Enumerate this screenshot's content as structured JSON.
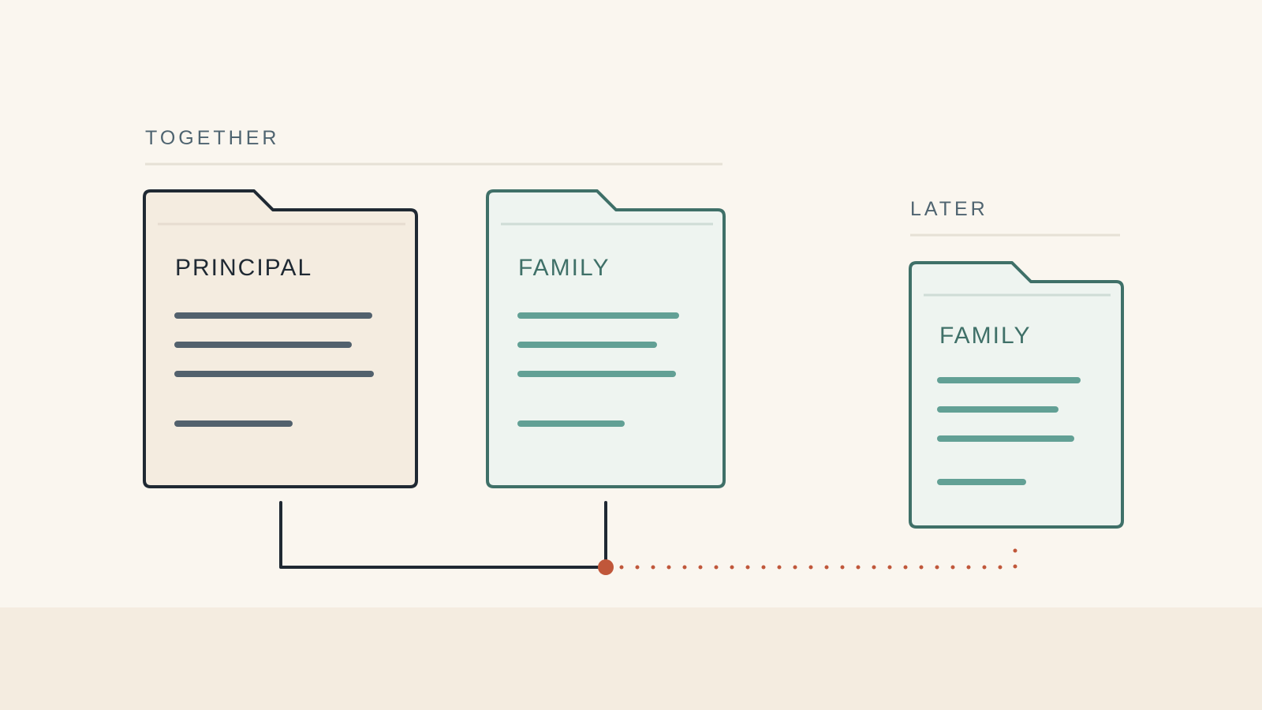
{
  "sections": {
    "together": {
      "label": "TOGETHER"
    },
    "later": {
      "label": "LATER"
    }
  },
  "folders": {
    "principal": {
      "title": "PRINCIPAL",
      "content_lines": 4
    },
    "family_together": {
      "title": "FAMILY",
      "content_lines": 4
    },
    "family_later": {
      "title": "FAMILY",
      "content_lines": 4
    }
  },
  "colors": {
    "background": "#faf6ef",
    "bottom_band": "#f4ece0",
    "principal_stroke": "#1f2933",
    "principal_fill": "#f4ece0",
    "principal_lines": "#52616d",
    "family_stroke": "#3f7068",
    "family_fill": "#eef4f0",
    "family_lines": "#62a095",
    "connector": "#1f2933",
    "accent": "#c0573a",
    "divider": "#e6e1d6"
  }
}
